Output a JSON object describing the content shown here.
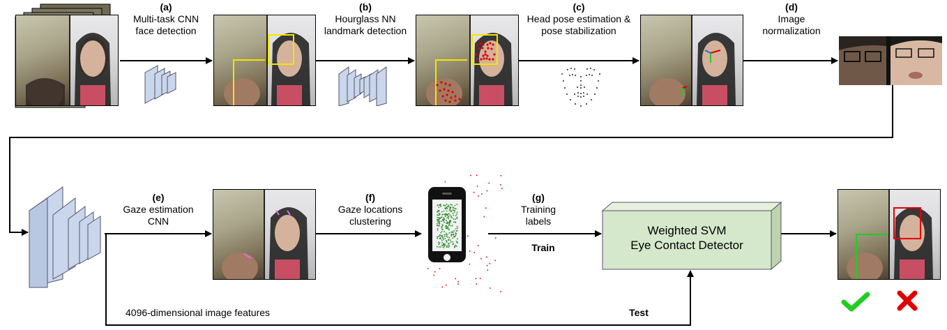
{
  "steps": {
    "a": {
      "tag": "(a)",
      "line1": "Multi-task CNN",
      "line2": "face detection"
    },
    "b": {
      "tag": "(b)",
      "line1": "Hourglass NN",
      "line2": "landmark detection"
    },
    "c": {
      "tag": "(c)",
      "line1": "Head pose estimation &",
      "line2": "pose stabilization"
    },
    "d": {
      "tag": "(d)",
      "line1": "Image",
      "line2": "normalization"
    },
    "e": {
      "tag": "(e)",
      "line1": "Gaze estimation",
      "line2": "CNN"
    },
    "f": {
      "tag": "(f)",
      "line1": "Gaze locations",
      "line2": "clustering"
    },
    "g": {
      "tag": "(g)",
      "line1": "Training",
      "line2": "labels"
    }
  },
  "svm": {
    "line1": "Weighted SVM",
    "line2": "Eye Contact Detector"
  },
  "labels": {
    "train": "Train",
    "test": "Test",
    "features": "4096-dimensional image features"
  },
  "colors": {
    "detection_box": "#f2e600",
    "landmark": "#e00000",
    "positive": "#22cc22",
    "negative": "#e00000",
    "svm_fill": "#d6e8cc",
    "cnn_fill": "#c9d6ec",
    "cluster": "#2e8b2e"
  },
  "icons": {
    "check": "check-icon",
    "cross": "cross-icon",
    "phone": "smartphone-icon"
  }
}
